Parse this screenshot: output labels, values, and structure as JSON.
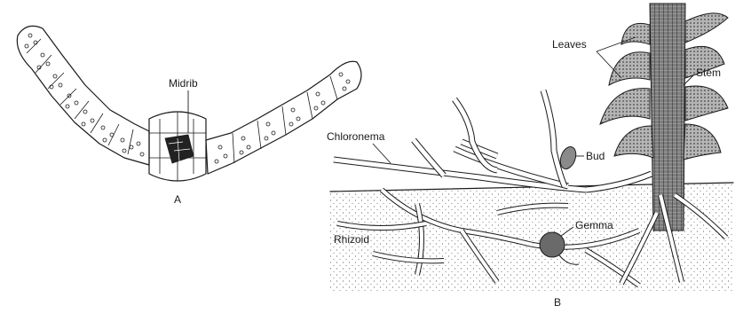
{
  "figure": {
    "panel_a": {
      "caption": "A",
      "labels": {
        "midrib": "Midrib"
      }
    },
    "panel_b": {
      "caption": "B",
      "labels": {
        "leaves": "Leaves",
        "stem": "Stem",
        "chloronema": "Chloronema",
        "bud": "Bud",
        "gemma": "Gemma",
        "rhizoid": "Rhizoid"
      }
    }
  }
}
